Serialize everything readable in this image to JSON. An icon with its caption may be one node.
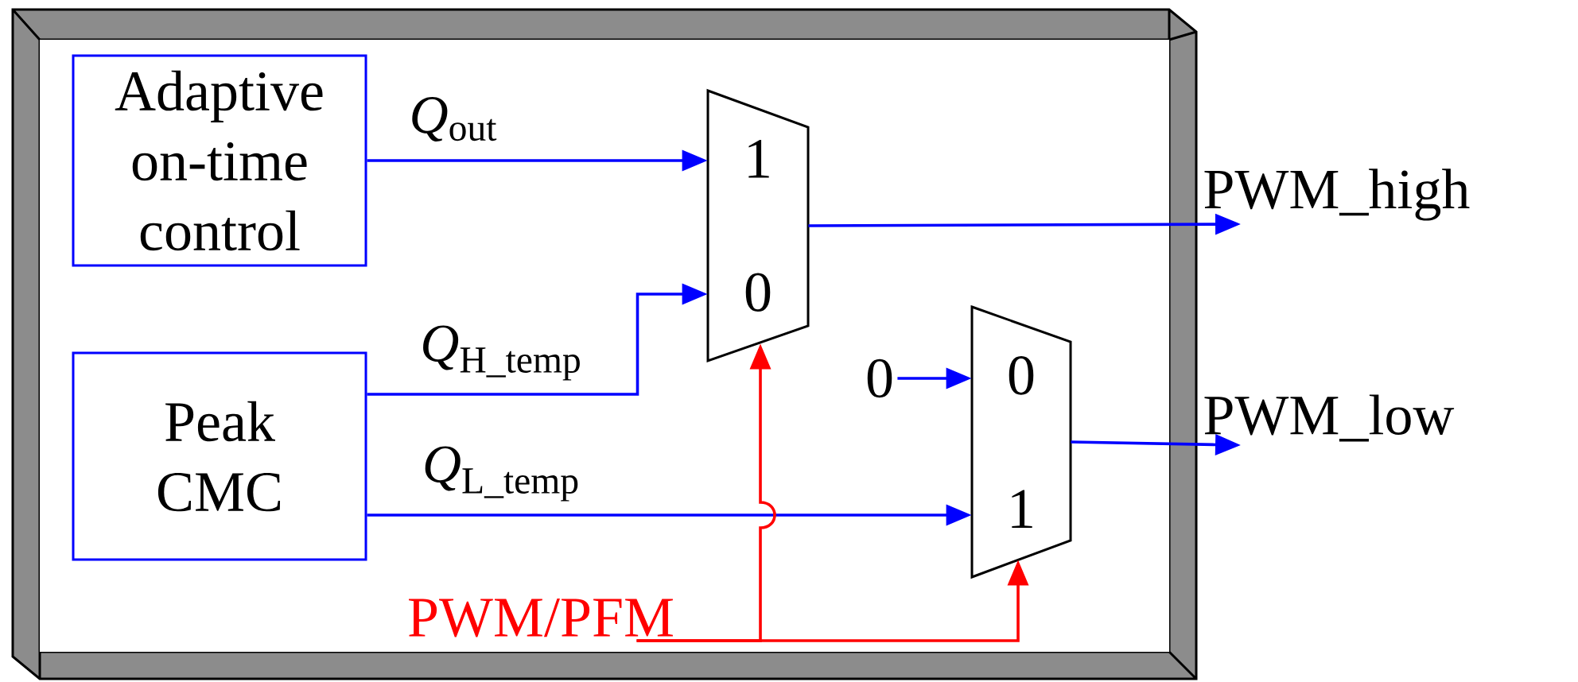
{
  "diagram": {
    "nodes": [
      {
        "text": [
          "Adaptive on-time control"
        ]
      },
      {
        "text": [
          "Peak CMC"
        ]
      },
      {
        "text": [
          "1",
          "0"
        ]
      },
      {
        "text": [
          "0",
          "1"
        ]
      },
      {
        "text": [
          "0"
        ]
      },
      {
        "text": [
          "PWM/PFM"
        ]
      },
      {
        "text": [
          "PWM_high"
        ]
      },
      {
        "text": [
          "PWM_low"
        ]
      }
    ],
    "edges": [
      {
        "from": 0,
        "to": 2,
        "arrow": "to",
        "label": "*Q*$_{out}$"
      },
      {
        "from": 1,
        "to": 2,
        "arrow": "to",
        "label": "*Q*$_{H_temp}$"
      },
      {
        "from": 1,
        "to": 3,
        "arrow": "to",
        "label": "*Q*$_{L_temp}$"
      },
      {
        "from": 4,
        "to": 3,
        "arrow": "to"
      },
      {
        "from": 2,
        "to": 6,
        "arrow": "to"
      },
      {
        "from": 3,
        "to": 7,
        "arrow": "to"
      },
      {
        "from": 5,
        "to": 2,
        "arrow": "to",
        "color": "#ff0000"
      },
      {
        "from": 5,
        "to": 3,
        "arrow": "to",
        "color": "#ff0000"
      }
    ]
  }
}
